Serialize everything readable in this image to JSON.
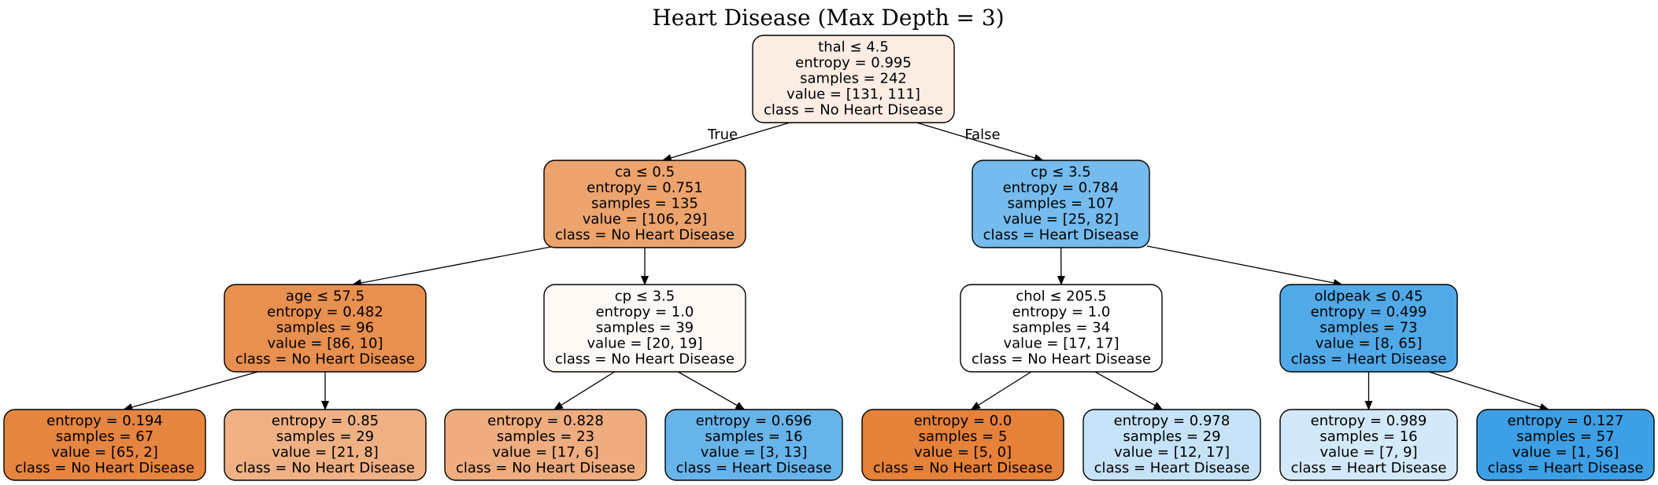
{
  "title": "Heart Disease (Max Depth = 3)",
  "colors": {
    "no_heart_disease": "#e58139",
    "heart_disease": "#399de5"
  },
  "nodes": [
    {
      "id": "n0",
      "lines": [
        "thal ≤ 4.5",
        "entropy = 0.995",
        "samples = 242",
        "value = [131, 111]",
        "class = No Heart Disease"
      ],
      "fill": "#fbede3"
    },
    {
      "id": "n1",
      "lines": [
        "ca ≤ 0.5",
        "entropy = 0.751",
        "samples = 135",
        "value = [106, 29]",
        "class = No Heart Disease"
      ],
      "fill": "#eca36e"
    },
    {
      "id": "n2",
      "lines": [
        "cp ≤ 3.5",
        "entropy = 0.784",
        "samples = 107",
        "value = [25, 82]",
        "class = Heart Disease"
      ],
      "fill": "#75bbed"
    },
    {
      "id": "n3",
      "lines": [
        "age ≤ 57.5",
        "entropy = 0.482",
        "samples = 96",
        "value = [86, 10]",
        "class = No Heart Disease"
      ],
      "fill": "#e89050"
    },
    {
      "id": "n4",
      "lines": [
        "cp ≤ 3.5",
        "entropy = 1.0",
        "samples = 39",
        "value = [20, 19]",
        "class = No Heart Disease"
      ],
      "fill": "#fef9f5"
    },
    {
      "id": "n5",
      "lines": [
        "chol ≤ 205.5",
        "entropy = 1.0",
        "samples = 34",
        "value = [17, 17]",
        "class = No Heart Disease"
      ],
      "fill": "#ffffff"
    },
    {
      "id": "n6",
      "lines": [
        "oldpeak ≤ 0.45",
        "entropy = 0.499",
        "samples = 73",
        "value = [8, 65]",
        "class = Heart Disease"
      ],
      "fill": "#51a9e8"
    },
    {
      "id": "n7",
      "lines": [
        "entropy = 0.194",
        "samples = 67",
        "value = [65, 2]",
        "class = No Heart Disease"
      ],
      "fill": "#e6853f"
    },
    {
      "id": "n8",
      "lines": [
        "entropy = 0.85",
        "samples = 29",
        "value = [21, 8]",
        "class = No Heart Disease"
      ],
      "fill": "#efb184"
    },
    {
      "id": "n9",
      "lines": [
        "entropy = 0.828",
        "samples = 23",
        "value = [17, 6]",
        "class = No Heart Disease"
      ],
      "fill": "#eeac7f"
    },
    {
      "id": "n10",
      "lines": [
        "entropy = 0.696",
        "samples = 16",
        "value = [3, 13]",
        "class = Heart Disease"
      ],
      "fill": "#67b4eb"
    },
    {
      "id": "n11",
      "lines": [
        "entropy = 0.0",
        "samples = 5",
        "value = [5, 0]",
        "class = No Heart Disease"
      ],
      "fill": "#e58139"
    },
    {
      "id": "n12",
      "lines": [
        "entropy = 0.978",
        "samples = 29",
        "value = [12, 17]",
        "class = Heart Disease"
      ],
      "fill": "#c5e2f7"
    },
    {
      "id": "n13",
      "lines": [
        "entropy = 0.989",
        "samples = 16",
        "value = [7, 9]",
        "class = Heart Disease"
      ],
      "fill": "#d3e9f9"
    },
    {
      "id": "n14",
      "lines": [
        "entropy = 0.127",
        "samples = 57",
        "value = [1, 56]",
        "class = Heart Disease"
      ],
      "fill": "#3d9fe5"
    }
  ],
  "edges": [
    {
      "from": "n0",
      "to": "n1",
      "label": "True"
    },
    {
      "from": "n0",
      "to": "n2",
      "label": "False"
    },
    {
      "from": "n1",
      "to": "n3",
      "label": ""
    },
    {
      "from": "n1",
      "to": "n4",
      "label": ""
    },
    {
      "from": "n2",
      "to": "n5",
      "label": ""
    },
    {
      "from": "n2",
      "to": "n6",
      "label": ""
    },
    {
      "from": "n3",
      "to": "n7",
      "label": ""
    },
    {
      "from": "n3",
      "to": "n8",
      "label": ""
    },
    {
      "from": "n4",
      "to": "n9",
      "label": ""
    },
    {
      "from": "n4",
      "to": "n10",
      "label": ""
    },
    {
      "from": "n5",
      "to": "n11",
      "label": ""
    },
    {
      "from": "n5",
      "to": "n12",
      "label": ""
    },
    {
      "from": "n6",
      "to": "n13",
      "label": ""
    },
    {
      "from": "n6",
      "to": "n14",
      "label": ""
    }
  ]
}
